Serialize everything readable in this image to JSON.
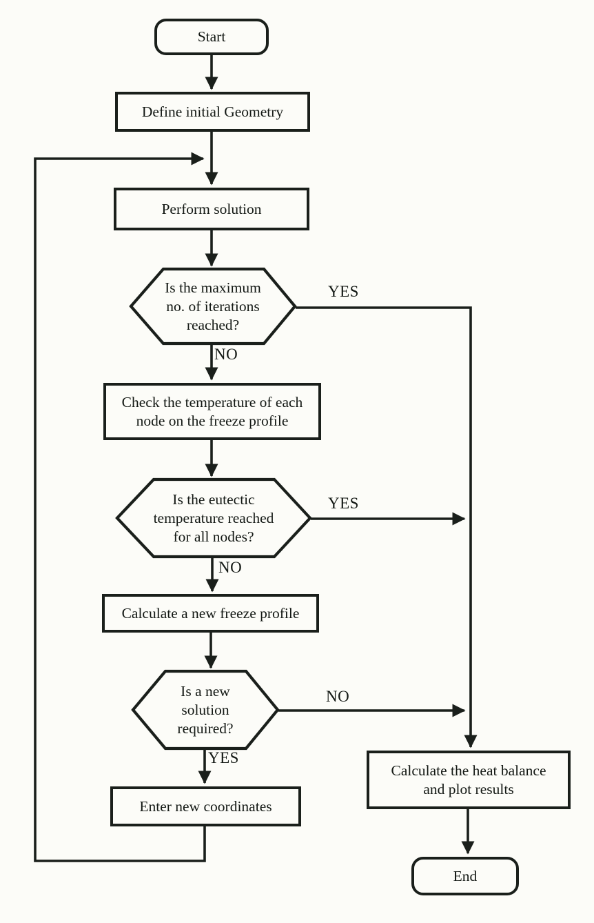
{
  "diagram": {
    "type": "flowchart",
    "ink_color": "#1a1f1b",
    "paper_color": "#fcfcf8",
    "nodes": {
      "start": {
        "shape": "terminator",
        "label": "Start"
      },
      "define_geometry": {
        "shape": "process",
        "label": "Define initial Geometry"
      },
      "perform_solution": {
        "shape": "process",
        "label": "Perform solution"
      },
      "max_iterations": {
        "shape": "decision",
        "lines": [
          "Is the maximum",
          "no. of iterations",
          "reached?"
        ]
      },
      "check_temperature": {
        "shape": "process",
        "lines": [
          "Check the temperature of each",
          "node on the freeze profile"
        ]
      },
      "eutectic": {
        "shape": "decision",
        "lines": [
          "Is the eutectic",
          "temperature reached",
          "for all nodes?"
        ]
      },
      "freeze_profile": {
        "shape": "process",
        "label": "Calculate a new freeze profile"
      },
      "new_solution": {
        "shape": "decision",
        "lines": [
          "Is a new",
          "solution",
          "required?"
        ]
      },
      "enter_coordinates": {
        "shape": "process",
        "label": "Enter new coordinates"
      },
      "heat_balance": {
        "shape": "process",
        "lines": [
          "Calculate the heat balance",
          "and plot results"
        ]
      },
      "end": {
        "shape": "terminator",
        "label": "End"
      }
    },
    "edge_labels": {
      "max_iterations_yes": "YES",
      "max_iterations_no": "NO",
      "eutectic_yes": "YES",
      "eutectic_no": "NO",
      "new_solution_no": "NO",
      "new_solution_yes": "YES"
    }
  }
}
